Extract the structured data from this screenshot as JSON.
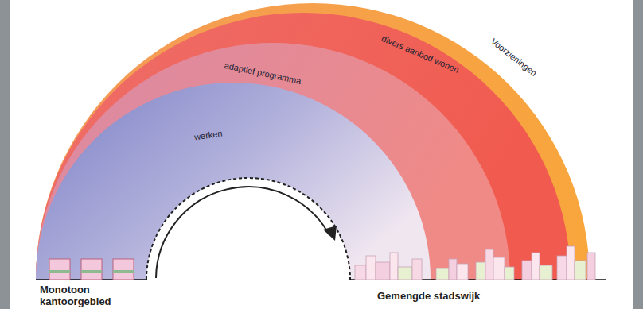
{
  "diagram": {
    "nodes": [
      {
        "text": [
          "werken"
        ]
      },
      {
        "text": [
          "adaptief programma"
        ]
      },
      {
        "text": [
          "divers aanbod wonen"
        ]
      },
      {
        "text": [
          "Voorzieningen"
        ]
      }
    ],
    "labels": [
      "Monotoon kantoorgebied",
      "Gemengde stadswijk"
    ]
  }
}
